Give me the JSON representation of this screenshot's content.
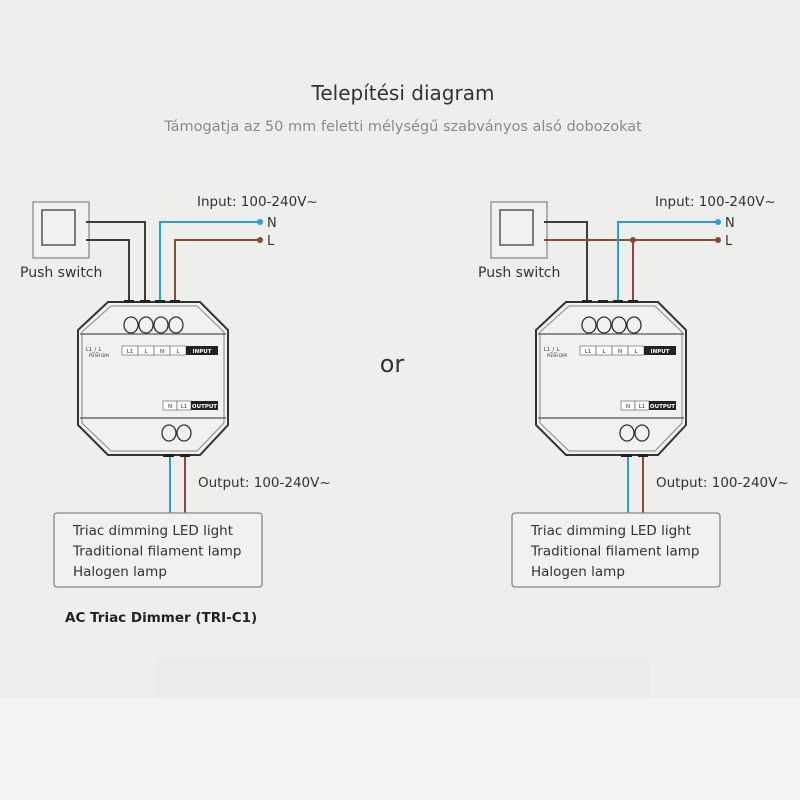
{
  "title": "Telepítési diagram",
  "subtitle": "Támogatja az 50 mm feletti mélységű szabványos alsó dobozokat",
  "separator": "or",
  "caption": "AC Triac Dimmer  (TRI-C1)",
  "colors": {
    "neutral_wire": "#2a9fd8",
    "live_wire": "#8a4a36",
    "switch_wire": "#3a3a3a"
  },
  "diagrams": [
    {
      "push_switch_label": "Push switch",
      "input_label": "Input: 100-240V~",
      "neutral_label": "N",
      "live_label": "L",
      "output_label": "Output: 100-240V~",
      "device": {
        "legend_text": "L1_/_L",
        "legend_sub": "PUSH DIM",
        "input_terminals": [
          "L1",
          "L",
          "N",
          "L"
        ],
        "input_title": "INPUT",
        "output_terminals": [
          "N",
          "L1"
        ],
        "output_title": "OUTPUT"
      },
      "loads": [
        "Triac dimming LED light",
        "Traditional filament lamp",
        "Halogen lamp"
      ]
    },
    {
      "push_switch_label": "Push switch",
      "input_label": "Input: 100-240V~",
      "neutral_label": "N",
      "live_label": "L",
      "output_label": "Output: 100-240V~",
      "device": {
        "legend_text": "L1_/_L",
        "legend_sub": "PUSH DIM",
        "input_terminals": [
          "L1",
          "L",
          "N",
          "L"
        ],
        "input_title": "INPUT",
        "output_terminals": [
          "N",
          "L1"
        ],
        "output_title": "OUTPUT"
      },
      "loads": [
        "Triac dimming LED light",
        "Traditional filament lamp",
        "Halogen lamp"
      ]
    }
  ]
}
